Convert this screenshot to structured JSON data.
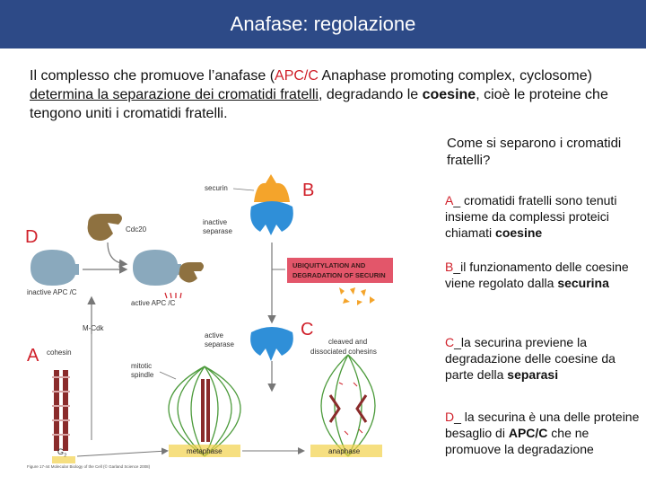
{
  "header": {
    "title": "Anafase: regolazione"
  },
  "intro": {
    "p1": "Il complesso che promuove l’anafase (",
    "apc": "APC/C",
    "p2": " Anaphase promoting complex, cyclosome) ",
    "u1": "determina la separazione dei cromatidi fratelli",
    "p3": ", degradando le ",
    "coesine": "coesine",
    "p4": ", cioè le proteine che tengono uniti i cromatidi fratelli."
  },
  "question": "Come si separono i cromatidi fratelli?",
  "options": [
    {
      "letter": "A",
      "pre": "_ cromatidi fratelli sono tenuti insieme da complessi proteici chiamati ",
      "bold": "coesine",
      "post": ""
    },
    {
      "letter": "B",
      "pre": "_il funzionamento delle coesine viene regolato dalla ",
      "bold": "securina",
      "post": ""
    },
    {
      "letter": "C",
      "pre": "_la securina previene la degradazione delle coesine da parte della ",
      "bold": "separasi",
      "post": ""
    },
    {
      "letter": "D",
      "pre": "_ la securina è una delle proteine besaglio di ",
      "bold": "APC/C",
      "post": " che ne promuove la degradazione"
    }
  ],
  "diagram": {
    "letters": {
      "a": "A",
      "b": "B",
      "c": "C",
      "d": "D"
    },
    "labels": {
      "securin": "securin",
      "cdc20": "Cdc20",
      "inactive_separase_1": "inactive",
      "inactive_separase_2": "separase",
      "inactive_apc": "inactive APC /C",
      "active_apc": "active APC /C",
      "ubiq_1": "UBIQUITYLATION AND",
      "ubiq_2": "DEGRADATION OF SECURIN",
      "mcdk": "M-Cdk",
      "cohesin": "cohesin",
      "active_separase_1": "active",
      "active_separase_2": "separase",
      "cleaved_1": "cleaved and",
      "cleaved_2": "dissociated cohesins",
      "mitotic_1": "mitotic",
      "mitotic_2": "spindle",
      "g2": "G",
      "g2_sub": "2",
      "metaphase": "metaphase",
      "anaphase": "anaphase",
      "credit": "Figure 17-44 Molecular Biology of the Cell (© Garland Science 2008)"
    },
    "colors": {
      "apc": "#8aa9bd",
      "cdc20": "#8e7140",
      "securin": "#f4a42b",
      "separase": "#2f8fd8",
      "banner": "#e3566a",
      "spindle": "#4b9a3a",
      "cohesin": "#8a2b2b",
      "accent": "#d0202a"
    }
  }
}
